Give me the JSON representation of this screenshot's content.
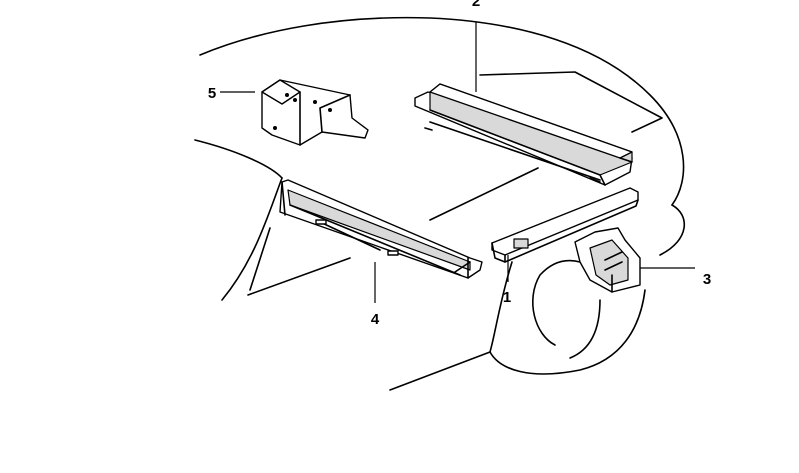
{
  "diagram": {
    "callouts": [
      {
        "id": "1",
        "text": "1"
      },
      {
        "id": "2",
        "text": "2"
      },
      {
        "id": "3",
        "text": "3"
      },
      {
        "id": "4",
        "text": "4"
      },
      {
        "id": "5",
        "text": "5"
      }
    ]
  }
}
